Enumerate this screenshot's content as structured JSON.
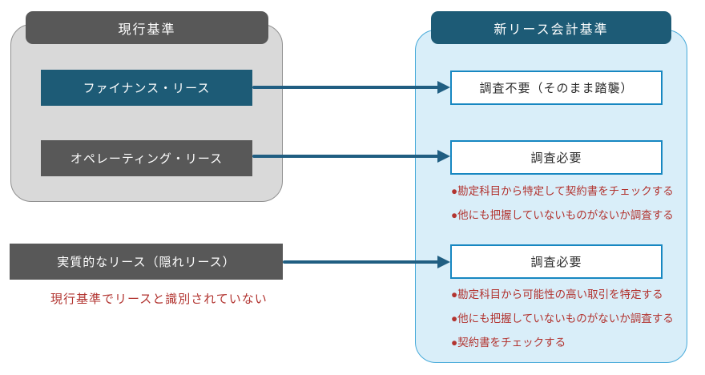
{
  "left": {
    "header": "現行基準",
    "finance": "ファイナンス・リース",
    "operating": "オペレーティング・リース",
    "hidden": "実質的なリース（隠れリース）",
    "note": "現行基準でリースと識別されていない"
  },
  "right": {
    "header": "新リース会計基準",
    "results": [
      "調査不要（そのまま踏襲）",
      "調査必要",
      "調査必要"
    ],
    "bullets1": [
      "●勘定科目から特定して契約書をチェックする",
      "●他にも把握していないものがないか調査する"
    ],
    "bullets2": [
      "●勘定科目から可能性の高い取引を特定する",
      "●他にも把握していないものがないか調査する",
      "●契約書をチェックする"
    ]
  },
  "colors": {
    "teal_accent": "#1d5b76",
    "arrow": "#205e82",
    "dark_gray": "#585858",
    "gray_panel_fill": "#d9d9d9",
    "blue_panel_fill": "#d9eef9",
    "blue_panel_border": "#45a9d9",
    "result_box_border": "#1787c1",
    "annotation_red": "#b23430"
  }
}
